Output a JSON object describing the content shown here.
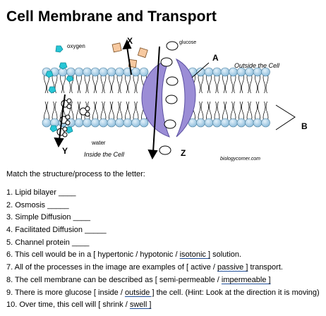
{
  "title": "Cell Membrane and Transport",
  "diagram": {
    "label_oxygen": "oxygen",
    "label_glucose": "glucose",
    "label_water": "water",
    "label_x": "X",
    "label_y": "Y",
    "label_z": "Z",
    "label_a": "A",
    "label_b": "B",
    "label_outside": "Outside the Cell",
    "label_inside": "Inside the Cell",
    "credit": "biologycorner.com",
    "colors": {
      "phospholipid_head": "#a8cfe6",
      "protein": "#9b8dd6",
      "oxygen": "#27c6d6",
      "square": "#f7c9a0"
    }
  },
  "prompt": "Match the structure/process to the letter:",
  "questions": [
    {
      "text": "1. Lipid bilayer ",
      "blank": "____"
    },
    {
      "text": "2. Osmosis ",
      "blank": "_____"
    },
    {
      "text": "3. Simple Diffusion ",
      "blank": "____"
    },
    {
      "text": "4. Facilitated Diffusion ",
      "blank": "_____"
    },
    {
      "text": "5. Channel protein ",
      "blank": "____"
    }
  ],
  "q6": {
    "pre": "6. This cell would be in a [ hypertonic / hypotonic / ",
    "u": "isotonic ]",
    "post": " solution."
  },
  "q7": {
    "pre": "7. All of the processes in the image are examples of [ active / ",
    "u": "passive ]",
    "post": " transport."
  },
  "q8": {
    "pre": "8. The cell membrane can be described as [ semi-permeable / ",
    "u": "impermeable ]",
    "post": ""
  },
  "q9": {
    "pre": "9. There is more glucose [ inside / ",
    "u": "outside ]",
    "post": " the cell. (Hint: Look at the direction it is moving)"
  },
  "q10": {
    "pre": "10. Over time, this cell will [ shrink / ",
    "u": "swell ]",
    "post": ""
  }
}
